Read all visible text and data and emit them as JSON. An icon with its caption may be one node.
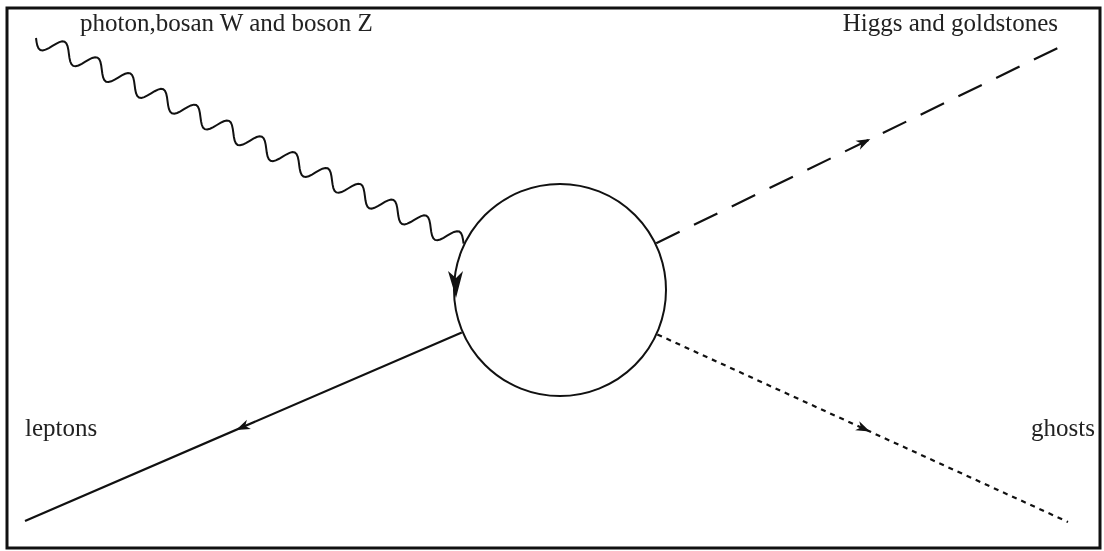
{
  "diagram": {
    "nodes": [
      {
        "text": [],
        "shape": "circle"
      },
      {
        "text": [
          "photon,bosan W and boson Z"
        ]
      },
      {
        "text": [
          "Higgs and goldstones"
        ]
      },
      {
        "text": [
          "leptons"
        ]
      },
      {
        "text": [
          "ghosts"
        ]
      }
    ],
    "edges": [
      {
        "from": 1,
        "to": 0,
        "arrow": "none"
      },
      {
        "from": 0,
        "to": 2,
        "arrow": "to",
        "style": "dashed"
      },
      {
        "from": 0,
        "to": 3,
        "arrow": "to"
      },
      {
        "from": 0,
        "to": 4,
        "arrow": "to",
        "style": "dashed"
      }
    ]
  }
}
